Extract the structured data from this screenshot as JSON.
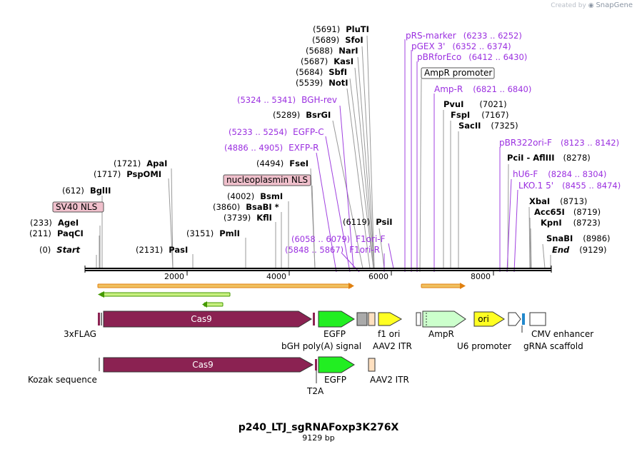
{
  "branding": {
    "created_by": "Created by",
    "app_name": "SnapGene"
  },
  "plasmid": {
    "name": "p240_LTJ_sgRNAFoxp3K276X",
    "size_label": "9129 bp",
    "length": 9129
  },
  "ruler": {
    "ticks": [
      2000,
      4000,
      6000,
      8000
    ]
  },
  "colors": {
    "backbone": "#000000",
    "feature_label": "#8a2be2",
    "cas9": "#8b2252",
    "egfp": "#22dd22",
    "yellow": "#ffff22",
    "ampr": "#ccffcc",
    "peach": "#ffe0c0",
    "grey": "#aaaaaa",
    "blue": "#2288cc",
    "nls_box": "#f0c0cc",
    "orf": "#e8901a",
    "orf_green": "#449900"
  },
  "enzyme_sites": [
    {
      "name": "Start",
      "pos": "0",
      "italic": true
    },
    {
      "name": "PaqCI",
      "pos": "211"
    },
    {
      "name": "AgeI",
      "pos": "233"
    },
    {
      "name": "BglII",
      "pos": "612"
    },
    {
      "name": "PspOMI",
      "pos": "1717"
    },
    {
      "name": "ApaI",
      "pos": "1721"
    },
    {
      "name": "PasI",
      "pos": "2131"
    },
    {
      "name": "PmlI",
      "pos": "3151"
    },
    {
      "name": "KflI",
      "pos": "3739"
    },
    {
      "name": "BsaBI *",
      "pos": "3860"
    },
    {
      "name": "BsmI",
      "pos": "4002"
    },
    {
      "name": "FseI",
      "pos": "4494"
    },
    {
      "name": "NotI",
      "pos": "5539"
    },
    {
      "name": "SbfI",
      "pos": "5684"
    },
    {
      "name": "KasI",
      "pos": "5687"
    },
    {
      "name": "NarI",
      "pos": "5688"
    },
    {
      "name": "SfoI",
      "pos": "5689"
    },
    {
      "name": "PluTI",
      "pos": "5691"
    },
    {
      "name": "BsrGI",
      "pos": "5289"
    },
    {
      "name": "PsiI",
      "pos": "6119"
    },
    {
      "name": "PvuI",
      "pos": "7021"
    },
    {
      "name": "FspI",
      "pos": "7167"
    },
    {
      "name": "SacII",
      "pos": "7325"
    },
    {
      "name": "PciI - AflIII",
      "pos": "8278"
    },
    {
      "name": "XbaI",
      "pos": "8713"
    },
    {
      "name": "Acc65I",
      "pos": "8719"
    },
    {
      "name": "KpnI",
      "pos": "8723"
    },
    {
      "name": "SnaBI",
      "pos": "8986"
    },
    {
      "name": "End",
      "pos": "9129",
      "italic": true
    }
  ],
  "primers": [
    {
      "name": "BGH-rev",
      "range": "(5324 .. 5341)"
    },
    {
      "name": "EGFP-C",
      "range": "(5233 .. 5254)"
    },
    {
      "name": "EXFP-R",
      "range": "(4886 .. 4905)"
    },
    {
      "name": "F1ori-F",
      "range": "(6058 .. 6079)"
    },
    {
      "name": "F1ori-R",
      "range": "(5848 .. 5867)"
    },
    {
      "name": "pRS-marker",
      "range": "(6233 .. 6252)"
    },
    {
      "name": "pGEX 3'",
      "range": "(6352 .. 6374)"
    },
    {
      "name": "pBRforEco",
      "range": "(6412 .. 6430)"
    },
    {
      "name": "Amp-R",
      "range": "(6821 .. 6840)"
    },
    {
      "name": "pBR322ori-F",
      "range": "(8123 .. 8142)"
    },
    {
      "name": "hU6-F",
      "range": "(8284 .. 8304)"
    },
    {
      "name": "LKO.1 5'",
      "range": "(8455 .. 8474)"
    }
  ],
  "boxed_features": [
    {
      "name": "SV40 NLS"
    },
    {
      "name": "nucleoplasmin NLS"
    },
    {
      "name": "AmpR promoter"
    }
  ],
  "features": {
    "cas9_label": "Cas9",
    "ori_label": "ori",
    "row1_labels": [
      "3xFLAG",
      "EGFP",
      "bGH poly(A) signal",
      "f1 ori",
      "AAV2 ITR",
      "AmpR",
      "U6 promoter",
      "CMV enhancer",
      "gRNA scaffold"
    ],
    "row2_labels": [
      "Kozak sequence",
      "EGFP",
      "T2A",
      "AAV2 ITR"
    ]
  }
}
